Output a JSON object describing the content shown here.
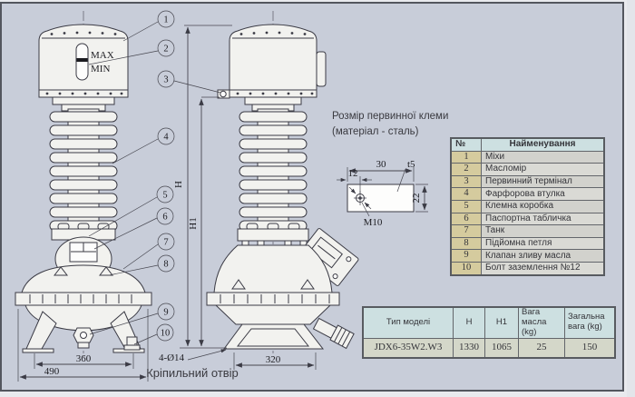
{
  "colors": {
    "background": "#c8cdd9",
    "frame": "#53565e",
    "table_header_bg": "#cde0e1",
    "num_col_bg": "#d5cb9e",
    "row_bg": "#d8d8d3",
    "model_row_bg": "#d4d7c9",
    "line": "#3b3b45",
    "fill": "#f2f2ef"
  },
  "drawing": {
    "gauge": {
      "max": "MAX",
      "min": "MIN"
    },
    "callouts": {
      "c1": "1",
      "c2": "2",
      "c3": "3",
      "c4": "4",
      "c5": "5",
      "c6": "6",
      "c7": "7",
      "c8": "8",
      "c9": "9",
      "c10": "10"
    },
    "dims": {
      "d360": "360",
      "d490": "490",
      "d320": "320",
      "h": "H",
      "h1": "H1",
      "holes": "4-Ø14",
      "mount_hole": "Кріпильний отвір"
    },
    "clamp": {
      "note1": "Розмір первинної клеми",
      "note2": "(матеріал - сталь)",
      "w": "30",
      "off": "12",
      "t": "t5",
      "hgt": "22",
      "thread": "M10"
    }
  },
  "parts_table": {
    "headers": {
      "num": "№",
      "name": "Найменування"
    },
    "rows": [
      {
        "num": "1",
        "name": "Міхи"
      },
      {
        "num": "2",
        "name": "Масломір"
      },
      {
        "num": "3",
        "name": "Первинний термінал"
      },
      {
        "num": "4",
        "name": "Фарфорова втулка"
      },
      {
        "num": "5",
        "name": "Клемна коробка"
      },
      {
        "num": "6",
        "name": "Паспортна табличка"
      },
      {
        "num": "7",
        "name": "Танк"
      },
      {
        "num": "8",
        "name": "Підйомна петля"
      },
      {
        "num": "9",
        "name": "Клапан зливу масла"
      },
      {
        "num": "10",
        "name": "Болт заземлення №12"
      }
    ]
  },
  "model_table": {
    "headers": {
      "model": "Тип моделі",
      "h": "H",
      "h1": "H1",
      "oil": "Вага масла (kg)",
      "total": "Загальна вага (kg)"
    },
    "row": {
      "model": "JDX6-35W2.W3",
      "h": "1330",
      "h1": "1065",
      "oil": "25",
      "total": "150"
    }
  }
}
